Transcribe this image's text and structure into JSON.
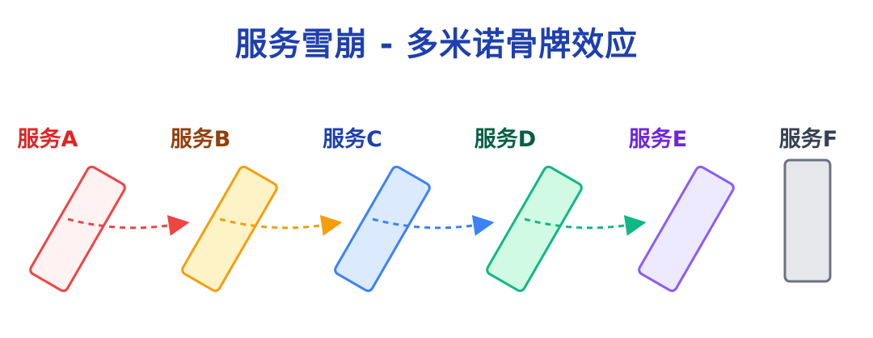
{
  "title": "服务雪崩 - 多米诺骨牌效应",
  "services": [
    {
      "label": "服务A",
      "stroke": "#ef4444",
      "fill": "#fef2f2",
      "label_color": "#dc2626",
      "state": "falling"
    },
    {
      "label": "服务B",
      "stroke": "#f59e0b",
      "fill": "#fef3c7",
      "label_color": "#92400e",
      "state": "falling"
    },
    {
      "label": "服务C",
      "stroke": "#3b82f6",
      "fill": "#dbeafe",
      "label_color": "#1e40af",
      "state": "falling"
    },
    {
      "label": "服务D",
      "stroke": "#10b981",
      "fill": "#d1fae5",
      "label_color": "#065f46",
      "state": "falling"
    },
    {
      "label": "服务E",
      "stroke": "#8b5cf6",
      "fill": "#ede9fe",
      "label_color": "#6d28d9",
      "state": "falling"
    },
    {
      "label": "服务F",
      "stroke": "#6b7280",
      "fill": "#e5e7eb",
      "label_color": "#374151",
      "state": "standing"
    }
  ],
  "arrows": [
    {
      "from": 0,
      "to": 1,
      "color": "#ef4444"
    },
    {
      "from": 1,
      "to": 2,
      "color": "#f59e0b"
    },
    {
      "from": 2,
      "to": 3,
      "color": "#3b82f6"
    },
    {
      "from": 3,
      "to": 4,
      "color": "#10b981"
    }
  ]
}
